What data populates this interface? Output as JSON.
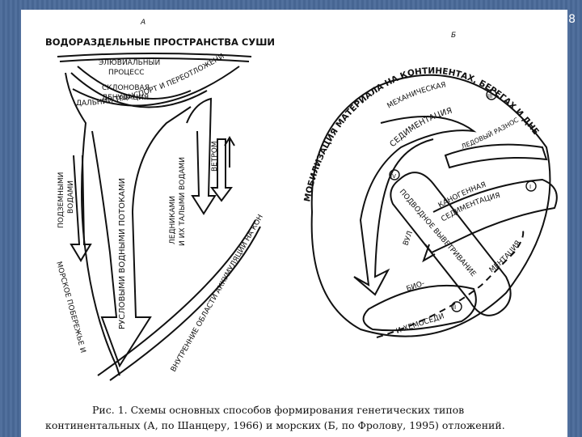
{
  "slide": {
    "number": "8"
  },
  "diagram_a": {
    "letter": "А",
    "top_label": "ВОДОРАЗДЕЛЬНЫЕ ПРОСТРАНСТВА СУШИ",
    "eluvial_1": "ЭЛЮВИАЛЬНЫЙ",
    "eluvial_2": "ПРОЦЕСС",
    "slope_1": "СКЛОНОВАЯ",
    "slope_2": "ДЕНУДАЦИЯ",
    "transport": "ДАЛЬНИЙ ТРАНСПОРТ И ПЕРЕОТЛОЖЕНИЕ",
    "groundwater_1": "ПОДЗЕМНЫМИ",
    "groundwater_2": "ВОДАМИ",
    "streams": "РУСЛОВЫМИ ВОДНЫМИ ПОТОКАМИ",
    "glaciers_1": "ЛЕДНИКАМИ",
    "glaciers_2": "И ИХ ТАЛЫМИ ВОДАМИ",
    "wind": "ВЕТРОМ",
    "accumulation": "ВНУТРЕННИЕ ОБЛАСТИ АККУМУЛЯЦИИ НА КОНТИНЕНТЕ",
    "coast": "МОРСКОЕ ПОБЕРЕЖЬЕ И"
  },
  "diagram_b": {
    "letter": "Б",
    "mobilization": "МОБИЛИЗАЦИЯ МАТЕРИАЛА НА КОНТИНЕНТАХ, БЕРЕГАХ И ДНЕ",
    "mechanical": "МЕХАНИЧЕСКАЯ",
    "sedimentation": "СЕДИМЕНТАЦИЯ",
    "roman_3": "III",
    "ice": "ЛЕДОВЫЙ РАЗНОС",
    "roman_4": "IV",
    "underwater": "ПОДВОДНОЕ ВЫВЕТРИВАНИЕ",
    "volcanic": "ВУЛ",
    "canogenic_1": "КАНОГЕННАЯ",
    "canogenic_2": "СЕДИМЕНТАЦИЯ",
    "roman_1": "I",
    "bio_1": "БИО-",
    "roman_2": "II",
    "bio_2": "И ХЕМОСЕДИ",
    "mentation": "МЕНТАЦИЯ"
  },
  "caption": {
    "line1": "Рис. 1. Схемы основных способов формирования генетических типов",
    "line2": "континентальных (А, по Шанцеру, 1966) и морских (Б, по Фролову, 1995) отложений."
  }
}
